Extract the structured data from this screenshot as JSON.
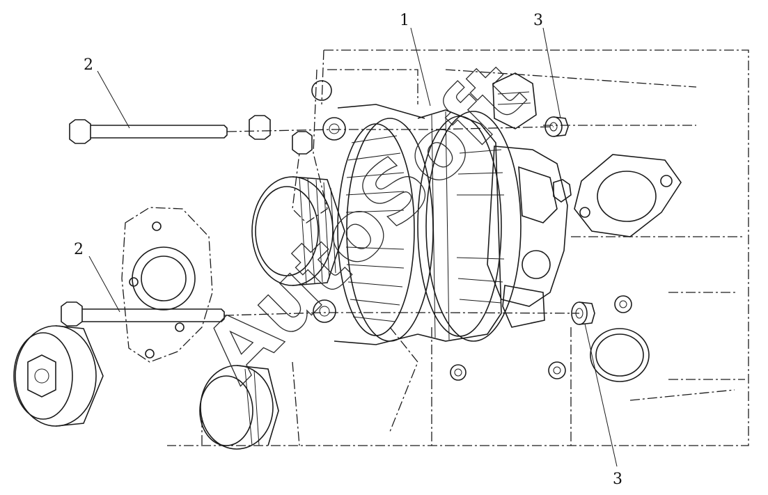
{
  "diagram": {
    "callouts": [
      {
        "id": "c1",
        "text": "1"
      },
      {
        "id": "c2a",
        "text": "2"
      },
      {
        "id": "c2b",
        "text": "2"
      },
      {
        "id": "c3a",
        "text": "3"
      },
      {
        "id": "c3b",
        "text": "3"
      }
    ],
    "watermark": "AutoSoft"
  }
}
